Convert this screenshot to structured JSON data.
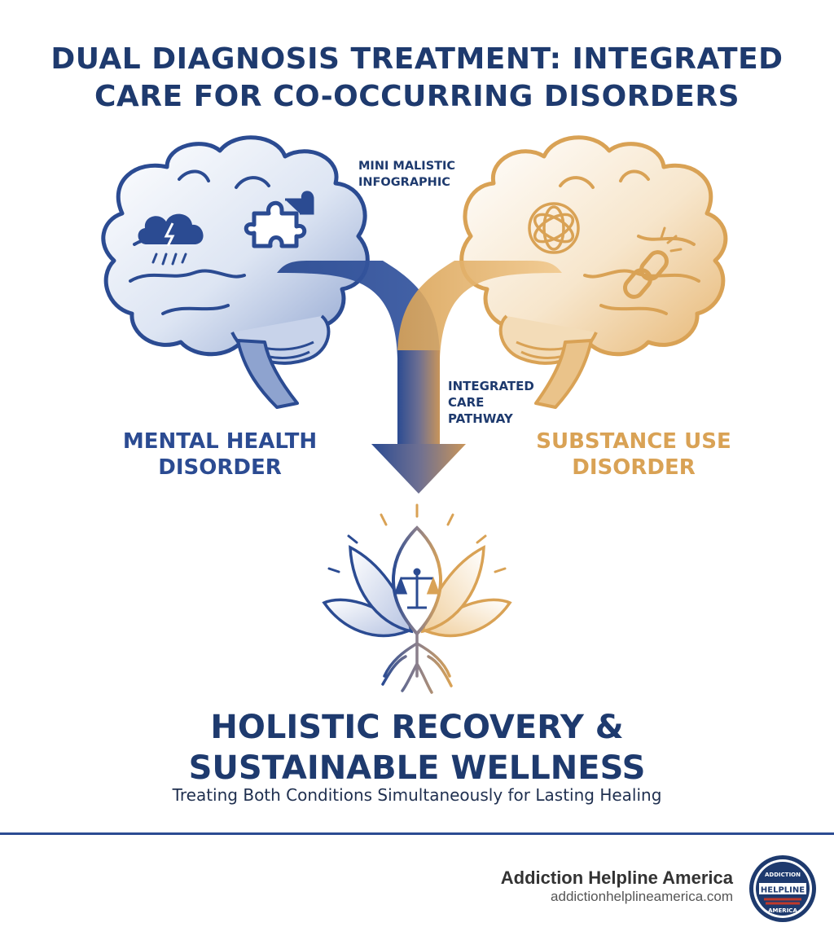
{
  "title": {
    "line1": "DUAL DIAGNOSIS TREATMENT: INTEGRATED",
    "line2": "CARE FOR CO-OCCURRING DISORDERS"
  },
  "annotation": {
    "line1": "MINI MALISTIC",
    "line2": "INFOGRAPHIC"
  },
  "pathway": {
    "line1": "INTEGRATED",
    "line2": "CARE",
    "line3": "PATHWAY"
  },
  "left_node": {
    "line1": "MENTAL HEALTH",
    "line2": "DISORDER",
    "color": "#2b4b92"
  },
  "right_node": {
    "line1": "SUBSTANCE USE",
    "line2": "DISORDER",
    "color": "#d9a255"
  },
  "icons": [
    "storm-cloud-icon",
    "puzzle-piece-icon",
    "tangled-knot-icon",
    "chain-link-icon",
    "lotus-icon",
    "balance-scale-icon"
  ],
  "outcome": {
    "line1": "HOLISTIC RECOVERY &",
    "line2": "SUSTAINABLE WELLNESS",
    "subtitle": "Treating Both Conditions Simultaneously for Lasting Healing"
  },
  "footer": {
    "brand": "Addiction Helpline America",
    "url": "addictionhelplineamerica.com",
    "seal_text": "ADDICTION HELPLINE AMERICA"
  }
}
